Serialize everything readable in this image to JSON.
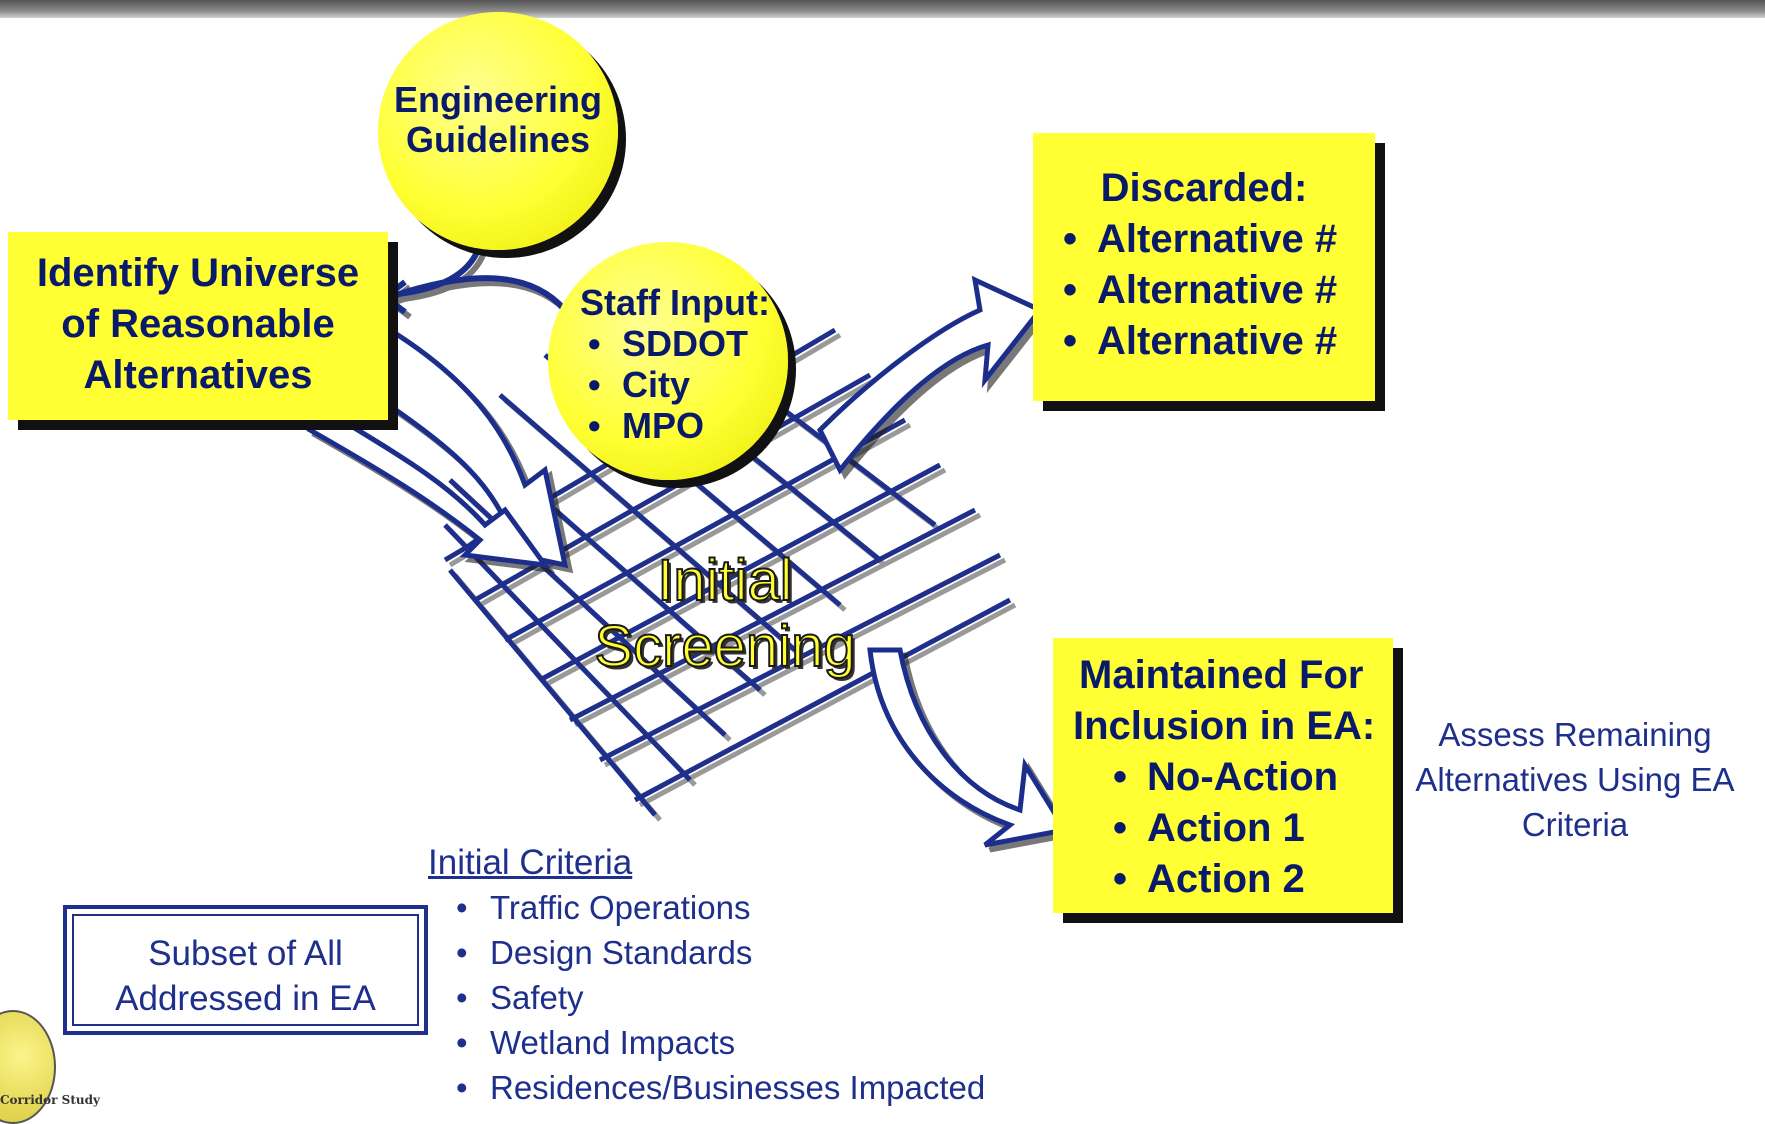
{
  "nodes": {
    "engineering": "Engineering Guidelines",
    "identify": "Identify Universe of Reasonable Alternatives",
    "staff": {
      "title": "Staff Input:",
      "items": [
        "SDDOT",
        "City",
        "MPO"
      ]
    },
    "discarded": {
      "title": "Discarded:",
      "items": [
        "Alternative #",
        "Alternative #",
        "Alternative #"
      ]
    },
    "maintained": {
      "title_line1": "Maintained For",
      "title_line2": "Inclusion in EA:",
      "items": [
        "No-Action",
        "Action 1",
        "Action 2"
      ]
    },
    "screening": {
      "line1": "Initial",
      "line2": "Screening"
    },
    "assess": "Assess Remaining Alternatives Using EA Criteria",
    "subset": "Subset of All Addressed in EA",
    "criteria": {
      "title": "Initial Criteria",
      "items": [
        "Traffic Operations",
        "Design Standards",
        "Safety",
        "Wetland Impacts",
        "Residences/Businesses Impacted"
      ]
    },
    "logo_text": "Corridor Study"
  },
  "colors": {
    "box_fill": "#ffff33",
    "text_navy": "#0a1a6b",
    "arrow_blue": "#1e2f8c"
  }
}
